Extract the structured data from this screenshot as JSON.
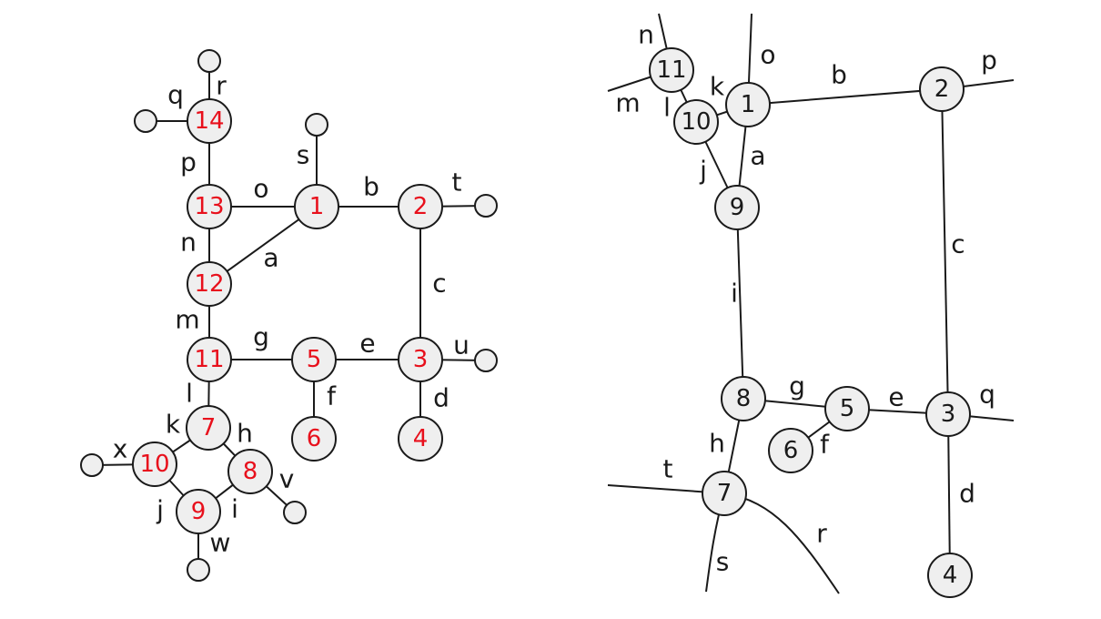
{
  "colors": {
    "left_node_text": "#e8101c",
    "right_node_text": "#1a1a1a",
    "node_fill": "#efefef",
    "stroke": "#1a1a1a"
  },
  "left_graph": {
    "nodes": [
      "1",
      "2",
      "3",
      "4",
      "5",
      "6",
      "7",
      "8",
      "9",
      "10",
      "11",
      "12",
      "13",
      "14"
    ],
    "edges": [
      "a",
      "b",
      "c",
      "d",
      "e",
      "f",
      "g",
      "h",
      "i",
      "j",
      "k",
      "l",
      "m",
      "n",
      "o",
      "p",
      "q",
      "r",
      "s",
      "t",
      "u",
      "v",
      "w",
      "x"
    ]
  },
  "right_graph": {
    "nodes": [
      "1",
      "2",
      "3",
      "4",
      "5",
      "6",
      "7",
      "8",
      "9",
      "10",
      "11"
    ],
    "edges": [
      "a",
      "b",
      "c",
      "d",
      "e",
      "f",
      "g",
      "h",
      "i",
      "j",
      "k",
      "l",
      "m",
      "n",
      "o",
      "p",
      "q",
      "r",
      "s",
      "t"
    ]
  }
}
